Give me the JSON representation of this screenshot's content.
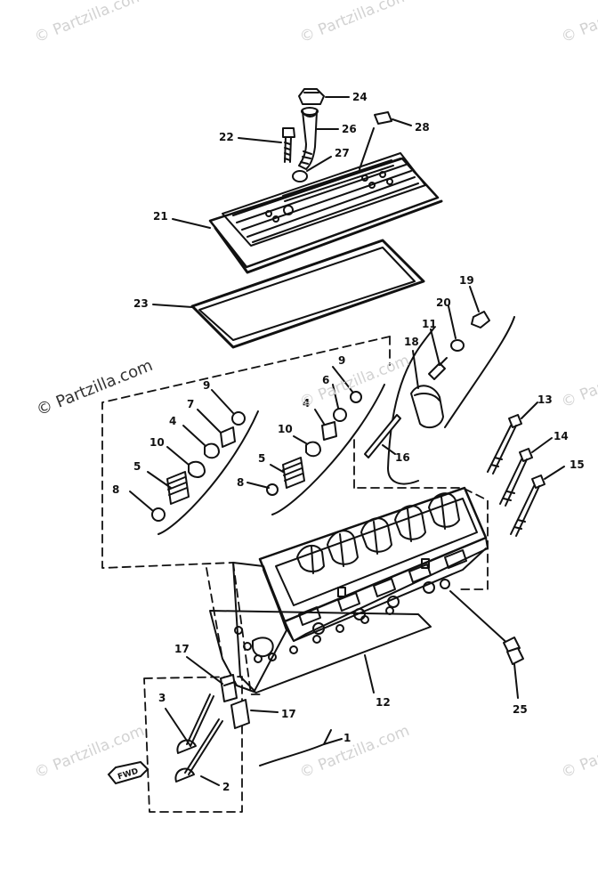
{
  "watermark": {
    "text": "© Partzilla.com"
  },
  "callouts": {
    "c24": "24",
    "c26": "26",
    "c28": "28",
    "c22": "22",
    "c27": "27",
    "c21": "21",
    "c23": "23",
    "c19": "19",
    "c20": "20",
    "c11": "11",
    "c18": "18",
    "c9a": "9",
    "c9b": "9",
    "c7": "7",
    "c6": "6",
    "c4a": "4",
    "c4b": "4",
    "c10a": "10",
    "c10b": "10",
    "c5a": "5",
    "c5b": "5",
    "c8a": "8",
    "c8b": "8",
    "c16": "16",
    "c13": "13",
    "c14": "14",
    "c15": "15",
    "c17a": "17",
    "c17b": "17",
    "c3": "3",
    "c12": "12",
    "c1": "1",
    "c2": "2",
    "c25": "25"
  },
  "fwd_label": "FWD",
  "colors": {
    "ink": "#111111",
    "watermark": "#d2d2d2",
    "background": "#ffffff"
  }
}
